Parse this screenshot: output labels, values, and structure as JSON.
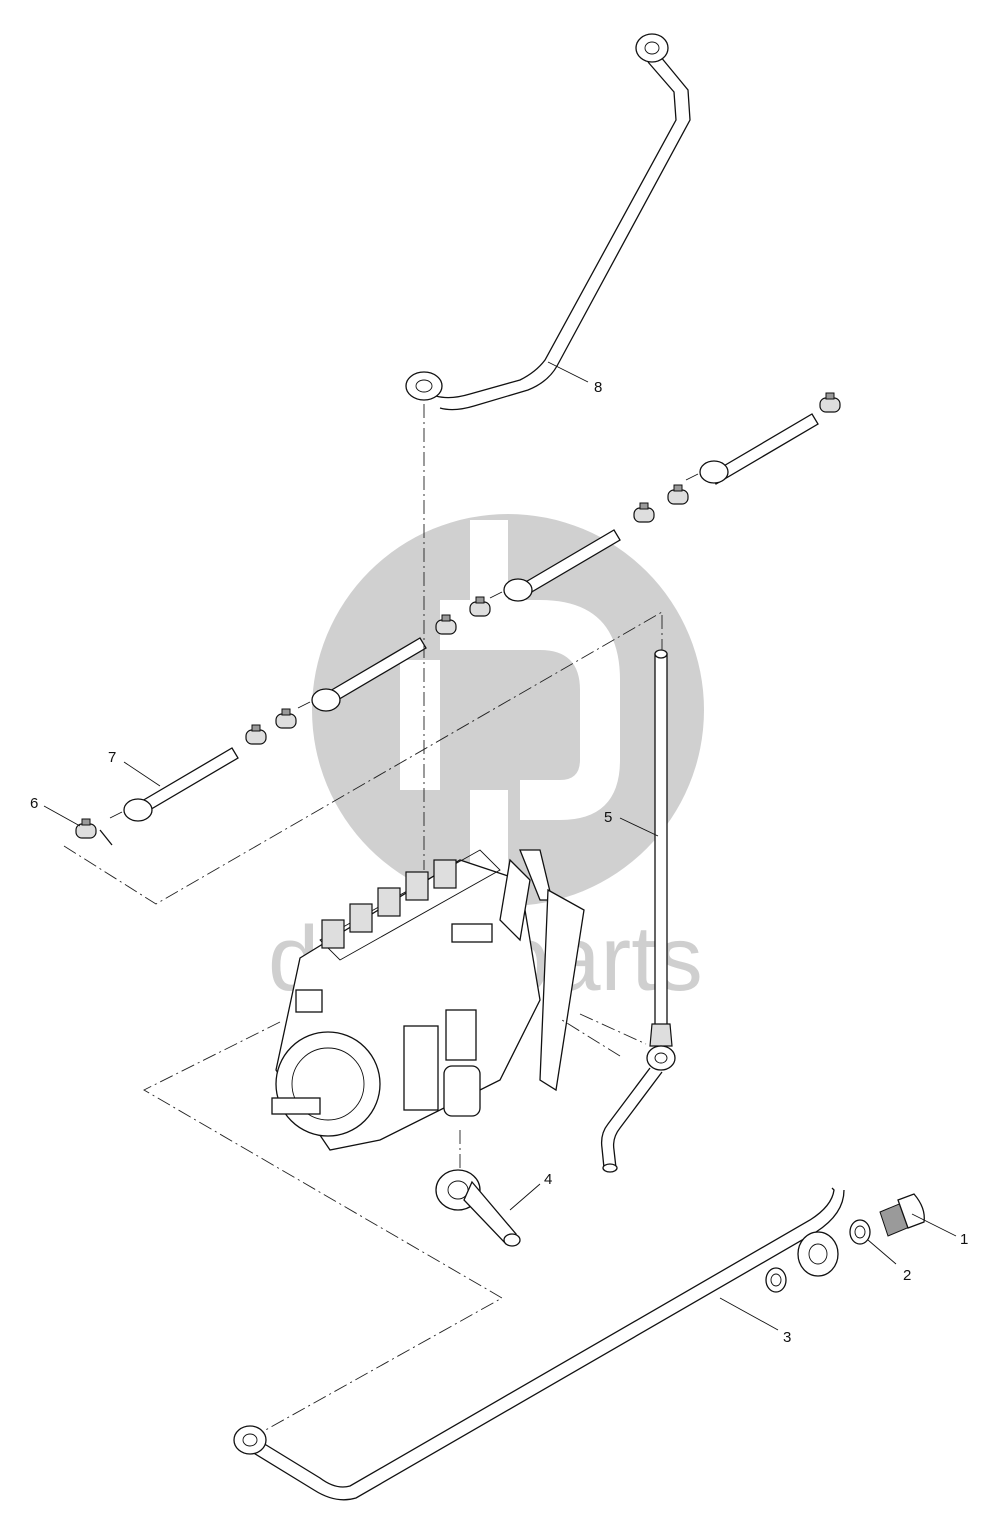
{
  "watermark": {
    "text": "dautoparts",
    "color": "#cccccc"
  },
  "callouts": [
    {
      "id": "1",
      "label": "1"
    },
    {
      "id": "2",
      "label": "2"
    },
    {
      "id": "3",
      "label": "3"
    },
    {
      "id": "4",
      "label": "4"
    },
    {
      "id": "5",
      "label": "5"
    },
    {
      "id": "6",
      "label": "6"
    },
    {
      "id": "7",
      "label": "7"
    },
    {
      "id": "8",
      "label": "8"
    }
  ]
}
